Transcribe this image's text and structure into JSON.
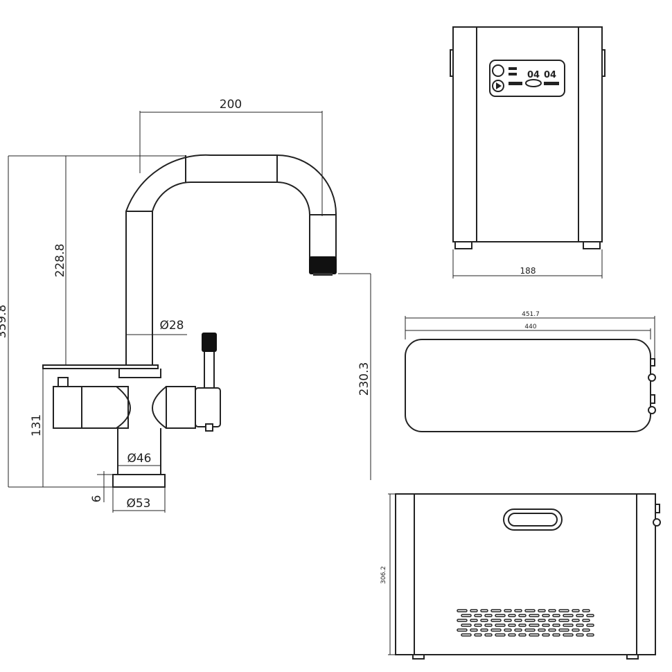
{
  "faucet": {
    "dim_width_top": "200",
    "dim_height_upper": "228.8",
    "dim_height_total": "359.8",
    "dim_stem_diameter": "Ø28",
    "dim_spout_height": "230.3",
    "dim_body_height": "131",
    "dim_base_diameter_inner": "Ø46",
    "dim_base_diameter_outer": "Ø53",
    "dim_base_thickness": "6"
  },
  "boiler_front": {
    "dim_width": "188",
    "display_left": "04",
    "display_right": "04"
  },
  "boiler_top": {
    "dim_outer": "451.7",
    "dim_inner": "440"
  },
  "boiler_side": {
    "dim_height": "306.2"
  },
  "colors": {
    "line": "#222222",
    "background": "#ffffff",
    "knurl": "#111111"
  }
}
